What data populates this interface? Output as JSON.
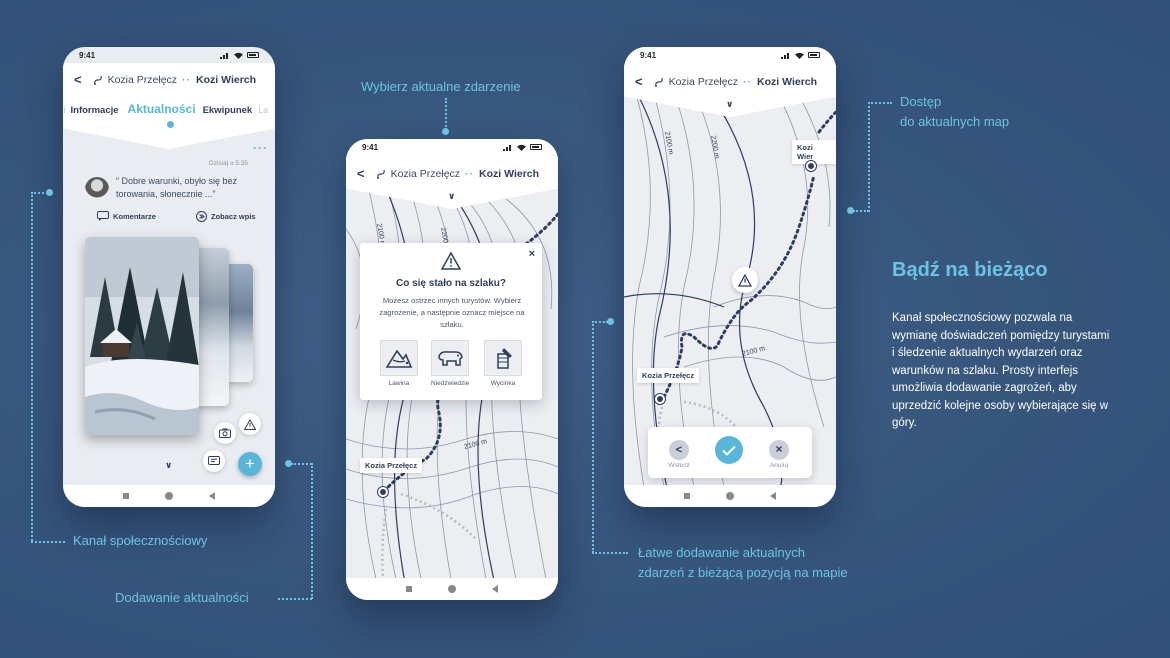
{
  "colors": {
    "accent": "#58b6d8",
    "navy": "#2f3e5e",
    "background": "#3a5a82"
  },
  "phone1": {
    "time": "9:41",
    "route_from": "Kozia Przełęcz",
    "route_to": "Kozi Wierch",
    "tabs": [
      {
        "label": "Informacje"
      },
      {
        "label": "Aktualności"
      },
      {
        "label": "Ekwipunek"
      }
    ],
    "post": {
      "date": "Dzisiaj o 5:35",
      "quote": "“ Dobre warunki, obyło się bez torowania, słonecznie ...”",
      "comments_label": "Komentarze",
      "view_post_label": "Zobacz wpis"
    }
  },
  "phone2": {
    "time": "9:41",
    "route_from": "Kozia Przełęcz",
    "route_to": "Kozi Wierch",
    "dialog": {
      "title": "Co się stało na szlaku?",
      "body": "Możesz ostrzec innych turystów. Wybierz zagrożenie, a następnie oznacz miejsce na szlaku.",
      "options": [
        {
          "label": "Lawina",
          "icon": "avalanche-icon"
        },
        {
          "label": "Niedźwiedzie",
          "icon": "bear-icon"
        },
        {
          "label": "Wycinka",
          "icon": "tree-cutting-icon"
        }
      ]
    },
    "map": {
      "contour_labels": [
        "2100 m",
        "2200 m",
        "2100 m"
      ],
      "place_label": "Kozia Przełęcz"
    }
  },
  "phone3": {
    "time": "9:41",
    "route_from": "Kozia Przełęcz",
    "route_to": "Kozi Wierch",
    "map": {
      "contour_labels": [
        "2100 m",
        "2200 m",
        "2100 m"
      ],
      "top_label": "Kozi Wier",
      "place_label": "Kozia Przełęcz"
    },
    "actions": {
      "back_label": "Wstecz",
      "cancel_label": "Anuluj"
    }
  },
  "annotations": {
    "choose_event": "Wybierz aktualne zdarzenie",
    "social_channel": "Kanał społecznościowy",
    "add_news": "Dodawanie aktualności",
    "map_access_1": "Dostęp",
    "map_access_2": "do aktualnych map",
    "easy_add_1": "Łatwe dodawanie aktualnych",
    "easy_add_2": "zdarzeń z bieżącą pozycją na mapie"
  },
  "side": {
    "heading": "Bądź na bieżąco",
    "body": "Kanał społecznościowy pozwala na wymianę doświadczeń pomiędzy turystami i śledzenie aktualnych wydarzeń oraz warunków na szlaku. Prosty interfejs umożliwia dodawanie zagrożeń, aby uprzedzić kolejne osoby wybierające się w góry."
  }
}
